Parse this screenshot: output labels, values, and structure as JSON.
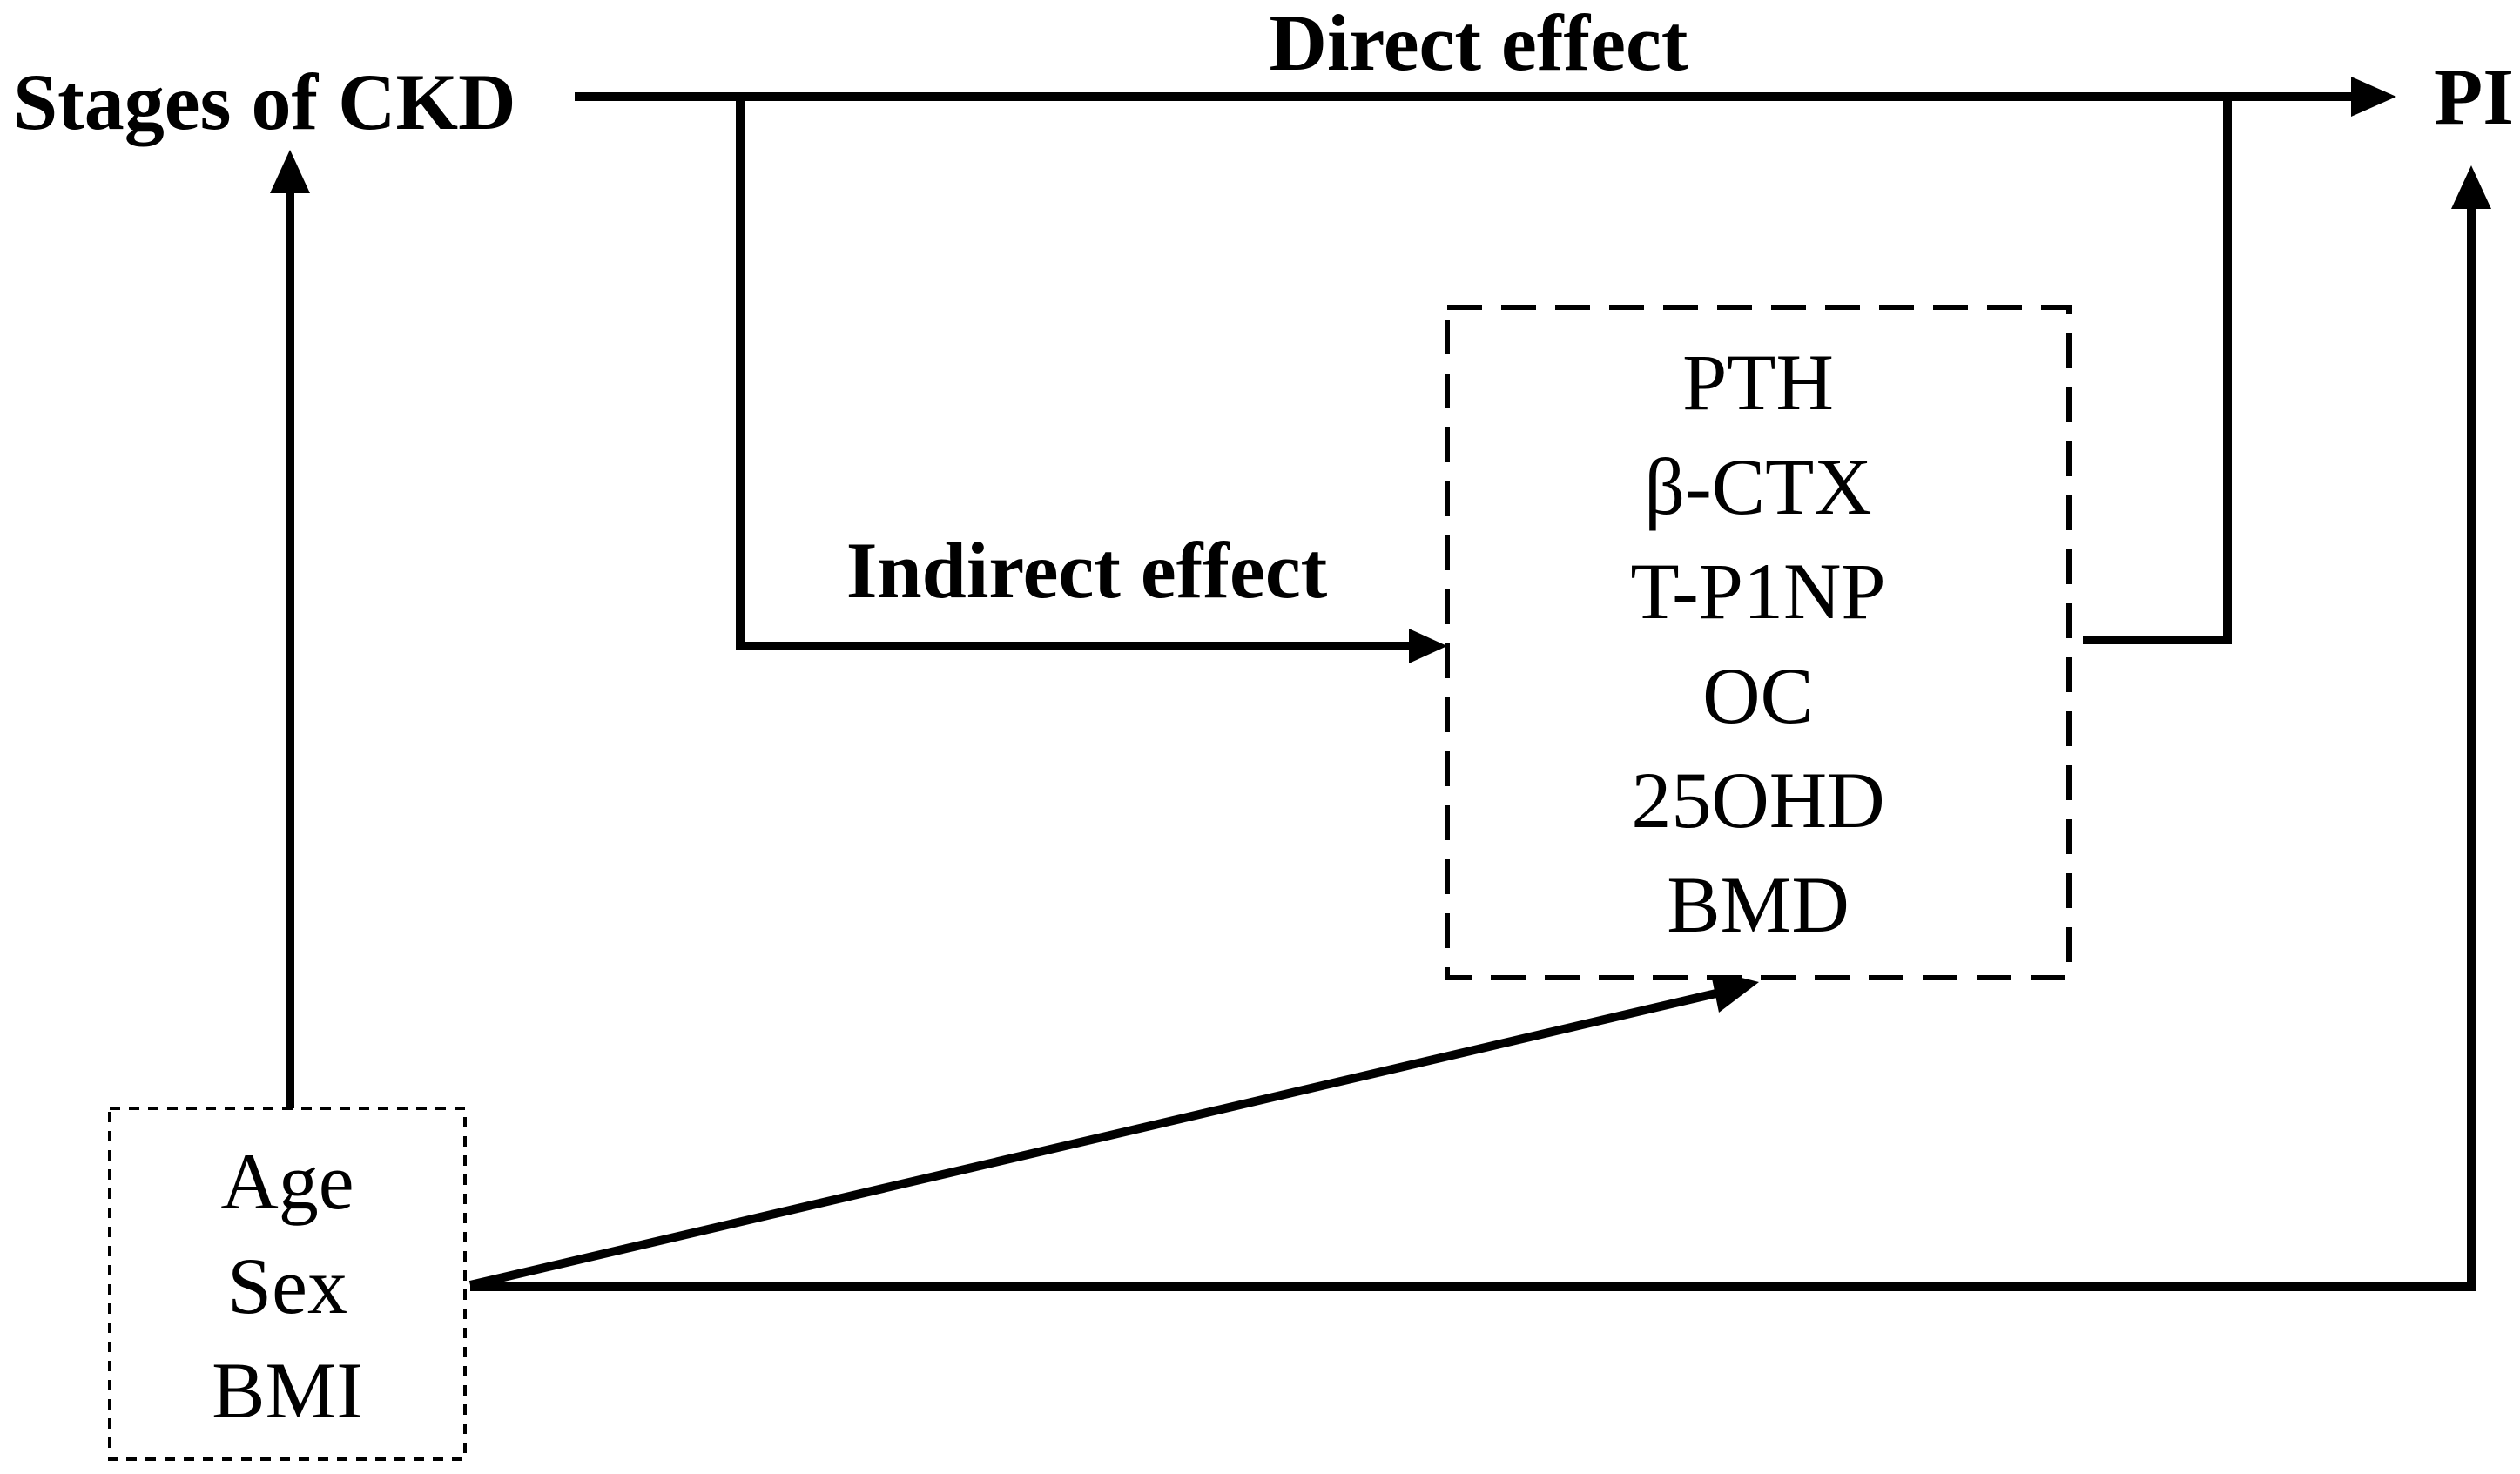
{
  "diagram": {
    "nodes": {
      "exposure": {
        "label": "Stages of CKD"
      },
      "outcome": {
        "label": "PI"
      },
      "mediators": {
        "items": [
          "PTH",
          "β-CTX",
          "T-P1NP",
          "OC",
          "25OHD",
          "BMD"
        ]
      },
      "covariates": {
        "items": [
          "Age",
          "Sex",
          "BMI"
        ]
      }
    },
    "edges": {
      "direct": {
        "label": "Direct effect"
      },
      "indirect": {
        "label": "Indirect effect"
      }
    },
    "colors": {
      "stroke": "#000000",
      "background": "#ffffff"
    }
  }
}
